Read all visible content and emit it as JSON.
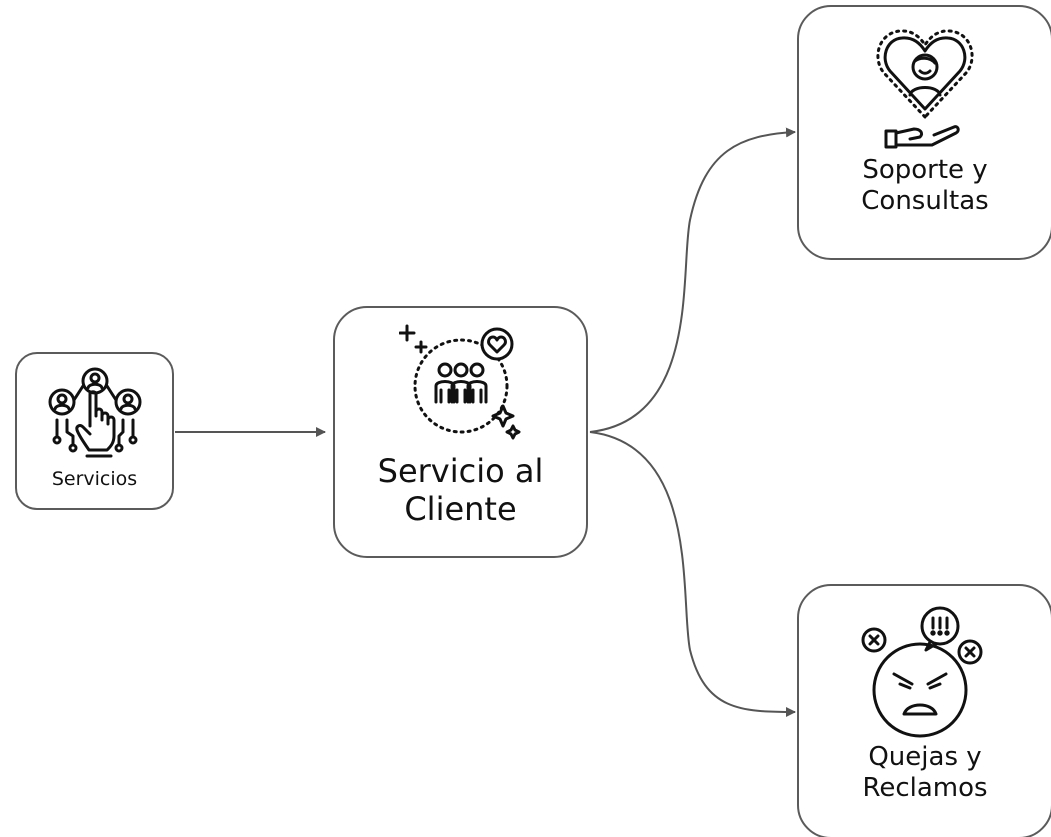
{
  "nodes": {
    "servicios": {
      "label": "Servicios",
      "icon": "user-network-pointer-icon"
    },
    "servicio_cliente": {
      "label": "Servicio al\nCliente",
      "icon": "customer-group-heart-icon"
    },
    "soporte": {
      "label": "Soporte y\nConsultas",
      "icon": "heart-hand-support-icon"
    },
    "quejas": {
      "label": "Quejas y\nReclamos",
      "icon": "angry-face-complaint-icon"
    }
  },
  "edges": [
    {
      "from": "servicios",
      "to": "servicio_cliente"
    },
    {
      "from": "servicio_cliente",
      "to": "soporte"
    },
    {
      "from": "servicio_cliente",
      "to": "quejas"
    }
  ],
  "colors": {
    "stroke": "#5b5b5b",
    "text": "#111111",
    "icon": "#111111"
  }
}
